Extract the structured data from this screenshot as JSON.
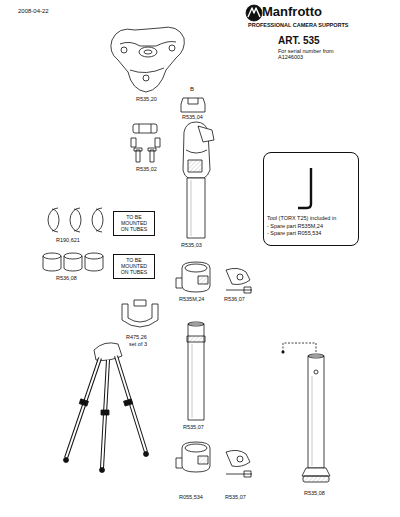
{
  "diagram": {
    "nodes": [
      {
        "text": [
          "TO BE MOUNTED ON TUBES"
        ]
      },
      {
        "text": [
          "TO BE MOUNTED ON TUBES"
        ]
      },
      {
        "text": [
          "Tool (TORX T25) included in",
          "- Spare part R535M,24",
          "- Spare part R055,534"
        ]
      }
    ],
    "labels": [
      "2008-04-22",
      "Manfrotto",
      "PROFESSIONAL CAMERA SUPPORTS",
      "ART. 535",
      "For serial number from A1246003",
      "R535,20",
      "B",
      "R535,04",
      "R535,02",
      "R535,03",
      "R190,621",
      "R536,08",
      "R535M,24",
      "R536,07",
      "R475,26",
      "set of 3",
      "R535,07",
      "R055,534",
      "R535,07",
      "R535,08"
    ]
  }
}
